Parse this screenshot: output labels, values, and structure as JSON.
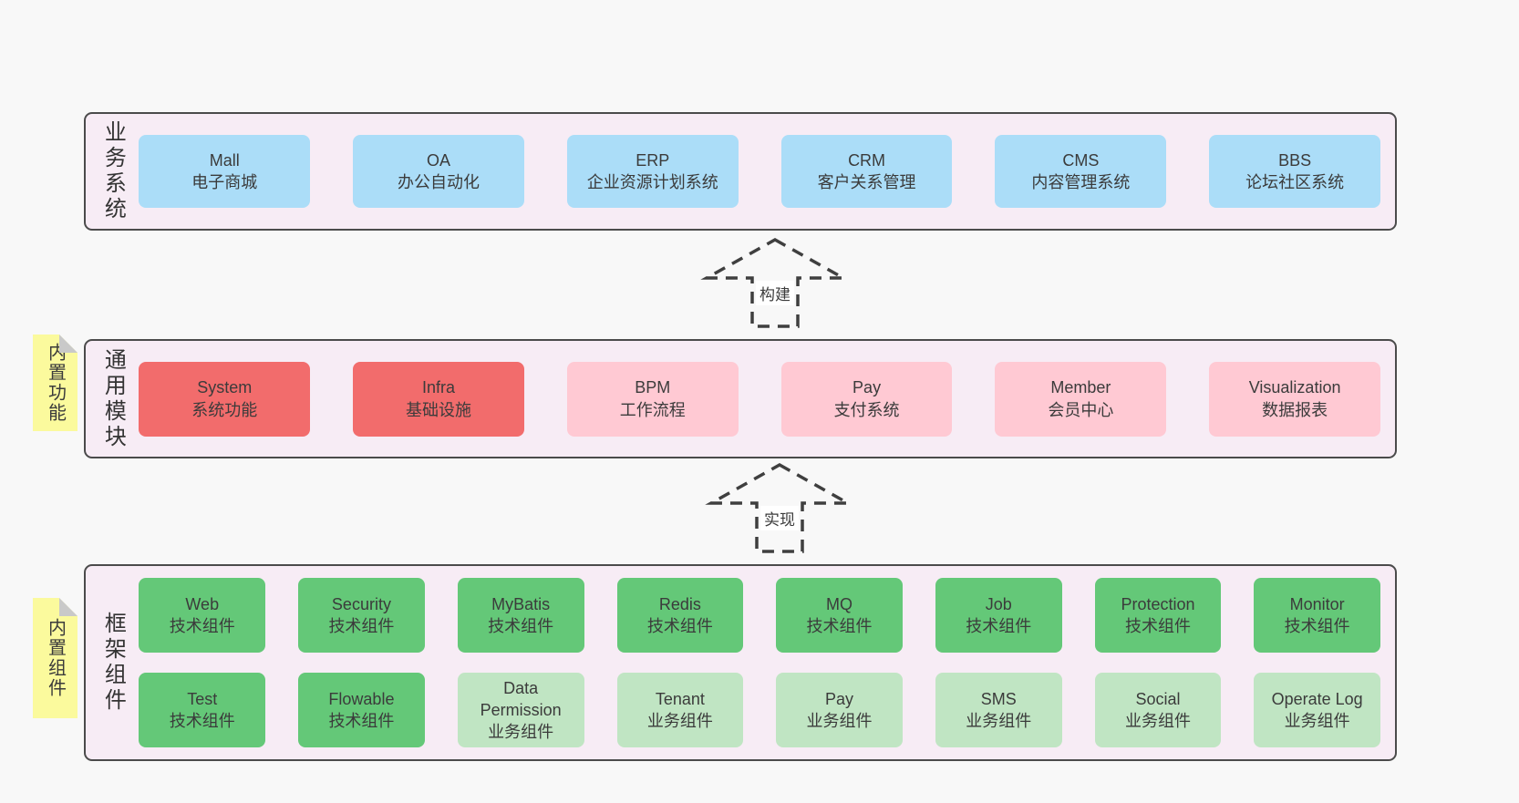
{
  "colors": {
    "page_bg": "#f8f8f8",
    "panel_bg": "#f7ecf5",
    "panel_border": "#4b4b4b",
    "blue": "#abddf8",
    "red": "#f26c6c",
    "pink": "#ffc9d3",
    "green": "#64c878",
    "light_green": "#c0e5c3",
    "note_yellow": "#fbfa9d",
    "note_fold": "#c9c9c9",
    "text": "#3b3b3b",
    "arrow": "#3f3f3f"
  },
  "arrows": {
    "build": "构建",
    "implement": "实现"
  },
  "sections": {
    "business": {
      "label": "业务系统",
      "boxes": [
        {
          "en": "Mall",
          "zh": "电子商城"
        },
        {
          "en": "OA",
          "zh": "办公自动化"
        },
        {
          "en": "ERP",
          "zh": "企业资源计划系统"
        },
        {
          "en": "CRM",
          "zh": "客户关系管理"
        },
        {
          "en": "CMS",
          "zh": "内容管理系统"
        },
        {
          "en": "BBS",
          "zh": "论坛社区系统"
        }
      ]
    },
    "modules": {
      "label": "通用模块",
      "note": "内置功能",
      "boxes": [
        {
          "en": "System",
          "zh": "系统功能",
          "variant": "red"
        },
        {
          "en": "Infra",
          "zh": "基础设施",
          "variant": "red"
        },
        {
          "en": "BPM",
          "zh": "工作流程",
          "variant": "pink"
        },
        {
          "en": "Pay",
          "zh": "支付系统",
          "variant": "pink"
        },
        {
          "en": "Member",
          "zh": "会员中心",
          "variant": "pink"
        },
        {
          "en": "Visualization",
          "zh": "数据报表",
          "variant": "pink"
        }
      ]
    },
    "components": {
      "label": "框架组件",
      "note": "内置组件",
      "row1": [
        {
          "en": "Web",
          "zh": "技术组件",
          "variant": "green"
        },
        {
          "en": "Security",
          "zh": "技术组件",
          "variant": "green"
        },
        {
          "en": "MyBatis",
          "zh": "技术组件",
          "variant": "green"
        },
        {
          "en": "Redis",
          "zh": "技术组件",
          "variant": "green"
        },
        {
          "en": "MQ",
          "zh": "技术组件",
          "variant": "green"
        },
        {
          "en": "Job",
          "zh": "技术组件",
          "variant": "green"
        },
        {
          "en": "Protection",
          "zh": "技术组件",
          "variant": "green"
        },
        {
          "en": "Monitor",
          "zh": "技术组件",
          "variant": "green"
        }
      ],
      "row2": [
        {
          "en": "Test",
          "zh": "技术组件",
          "variant": "green"
        },
        {
          "en": "Flowable",
          "zh": "技术组件",
          "variant": "green"
        },
        {
          "en": "Data Permission",
          "zh": "业务组件",
          "variant": "light_green"
        },
        {
          "en": "Tenant",
          "zh": "业务组件",
          "variant": "light_green"
        },
        {
          "en": "Pay",
          "zh": "业务组件",
          "variant": "light_green"
        },
        {
          "en": "SMS",
          "zh": "业务组件",
          "variant": "light_green"
        },
        {
          "en": "Social",
          "zh": "业务组件",
          "variant": "light_green"
        },
        {
          "en": "Operate Log",
          "zh": "业务组件",
          "variant": "light_green"
        }
      ]
    }
  }
}
